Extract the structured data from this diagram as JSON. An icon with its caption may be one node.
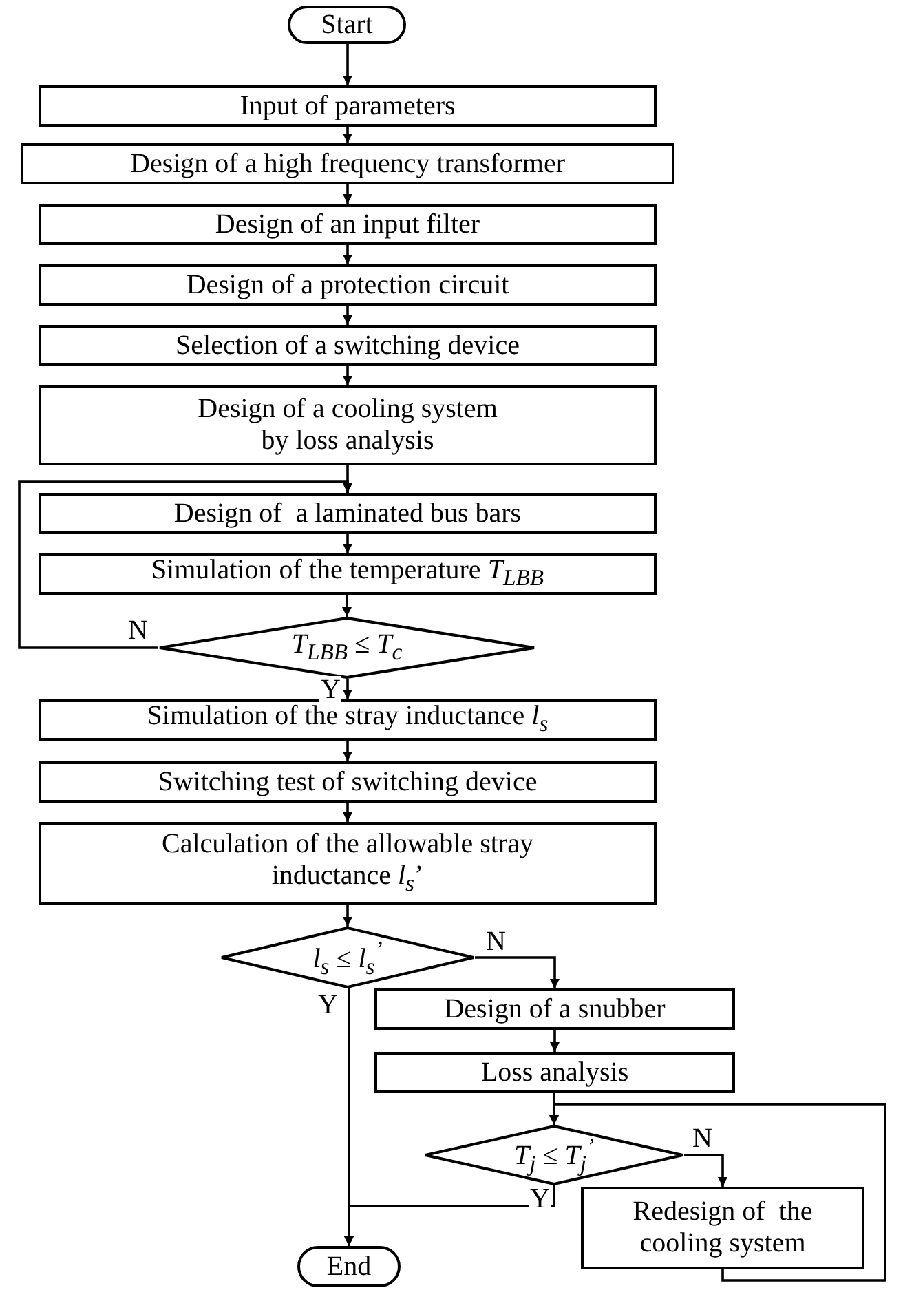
{
  "diagram": {
    "nodes": [
      {
        "text": [
          "Start"
        ]
      },
      {
        "text": [
          "Input of parameters"
        ]
      },
      {
        "text": [
          "Design of a high frequency transformer"
        ]
      },
      {
        "text": [
          "Design of an input filter"
        ]
      },
      {
        "text": [
          "Design of a protection circuit"
        ]
      },
      {
        "text": [
          "Selection of a switching device"
        ]
      },
      {
        "text": [
          "Design of a cooling system by loss analysis"
        ]
      },
      {
        "text": [
          "Design of  a laminated bus bars"
        ]
      },
      {
        "text": [
          "Simulation of the temperature *T*$_{LBB}$"
        ]
      },
      {
        "text": [
          "*T*$_{LBB}$ ≤ *T*$_{c}$"
        ]
      },
      {
        "text": [
          "Simulation of the stray inductance *l*$_{s}$"
        ]
      },
      {
        "text": [
          "Switching test of switching device"
        ]
      },
      {
        "text": [
          "Calculation of the allowable stray inductance *l*$_{s}$’"
        ]
      },
      {
        "text": [
          "*l*$_{s}$ ≤ *l*$_{s}$$^{’}$"
        ]
      },
      {
        "text": [
          "Design of a snubber"
        ]
      },
      {
        "text": [
          "Loss analysis"
        ]
      },
      {
        "text": [
          "*T*$_{j}$ ≤ *T*$_{j}$$^{’}$"
        ]
      },
      {
        "text": [
          "Redesign of  the cooling system"
        ]
      },
      {
        "text": [
          "End"
        ]
      }
    ],
    "edges": [
      {
        "from": 0,
        "to": 1,
        "arrow": "to"
      },
      {
        "from": 1,
        "to": 2,
        "arrow": "to"
      },
      {
        "from": 2,
        "to": 3,
        "arrow": "to"
      },
      {
        "from": 3,
        "to": 4,
        "arrow": "to"
      },
      {
        "from": 4,
        "to": 5,
        "arrow": "to"
      },
      {
        "from": 5,
        "to": 6,
        "arrow": "to"
      },
      {
        "from": 6,
        "to": 7,
        "arrow": "to"
      },
      {
        "from": 7,
        "to": 8,
        "arrow": "to"
      },
      {
        "from": 8,
        "to": 9,
        "arrow": "to"
      },
      {
        "from": 9,
        "to": 7,
        "arrow": "to",
        "label": "N"
      },
      {
        "from": 9,
        "to": 10,
        "arrow": "to",
        "label": "Y"
      },
      {
        "from": 10,
        "to": 11,
        "arrow": "to"
      },
      {
        "from": 11,
        "to": 12,
        "arrow": "to"
      },
      {
        "from": 12,
        "to": 13,
        "arrow": "to"
      },
      {
        "from": 13,
        "to": 14,
        "arrow": "to",
        "label": "N"
      },
      {
        "from": 13,
        "to": 18,
        "arrow": "to",
        "label": "Y"
      },
      {
        "from": 14,
        "to": 15,
        "arrow": "to"
      },
      {
        "from": 15,
        "to": 16,
        "arrow": "to"
      },
      {
        "from": 16,
        "to": 18,
        "arrow": "to",
        "label": "Y"
      },
      {
        "from": 16,
        "to": 17,
        "arrow": "to",
        "label": "N"
      },
      {
        "from": 17,
        "to": 16,
        "arrow": "to"
      }
    ]
  }
}
